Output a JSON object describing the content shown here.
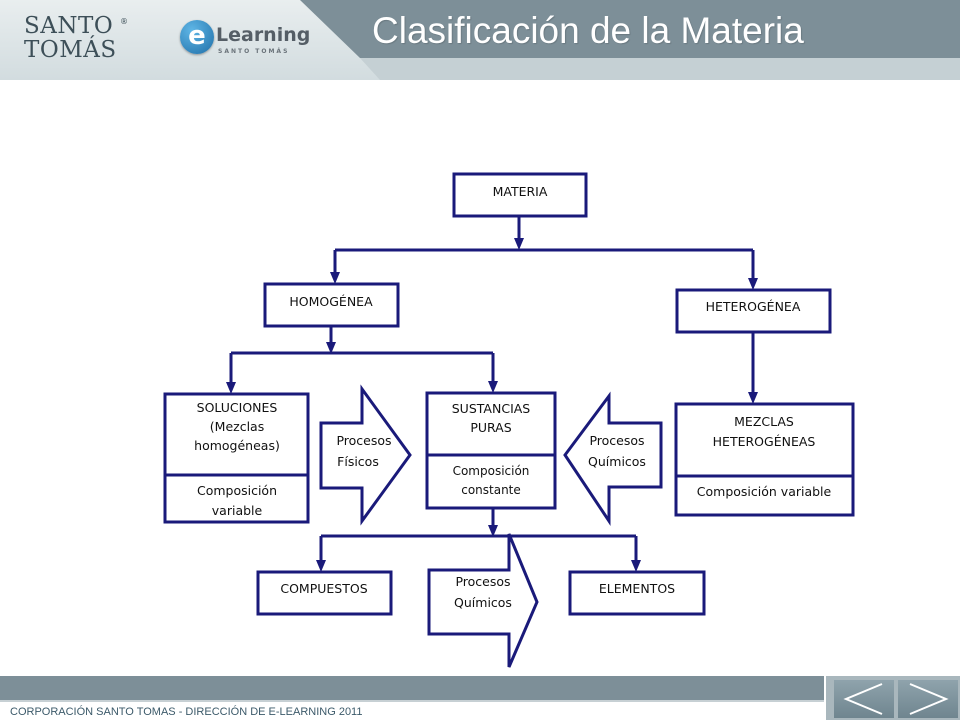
{
  "header": {
    "brand_line1": "SANTO",
    "brand_line2": "TOMÁS",
    "brand_mark": "®",
    "elearning_badge": "e",
    "elearning_word": "Learning",
    "elearning_sub": "SANTO TOMÁS",
    "title": "Clasificación de la Materia"
  },
  "diagram": {
    "materia": "MATERIA",
    "homogenea": "HOMOGÉNEA",
    "heterogenea": "HETEROGÉNEA",
    "soluciones": [
      "SOLUCIONES",
      "(Mezclas",
      "homogéneas)"
    ],
    "soluciones_sub": [
      "Composición",
      "variable"
    ],
    "sustancias": [
      "SUSTANCIAS",
      "PURAS"
    ],
    "sustancias_sub": [
      "Composición",
      "constante"
    ],
    "mezclas": [
      "MEZCLAS",
      "HETEROGÉNEAS"
    ],
    "mezclas_sub": "Composición variable",
    "procesos_fisicos": [
      "Procesos",
      "Físicos"
    ],
    "procesos_quimicos_left": [
      "Procesos",
      "Químicos"
    ],
    "procesos_quimicos_down": [
      "Procesos",
      "Químicos"
    ],
    "compuestos": "COMPUESTOS",
    "elementos": "ELEMENTOS"
  },
  "footer": {
    "text": "CORPORACIÓN SANTO TOMAS - DIRECCIÓN DE E-LEARNING  2011"
  },
  "icons": {
    "prev": "chevron-left-icon",
    "next": "chevron-right-icon"
  },
  "colors": {
    "diagram_stroke": "#1a1a7a",
    "title_band": "#7d8f98",
    "footer_bar": "#7d8f98"
  }
}
